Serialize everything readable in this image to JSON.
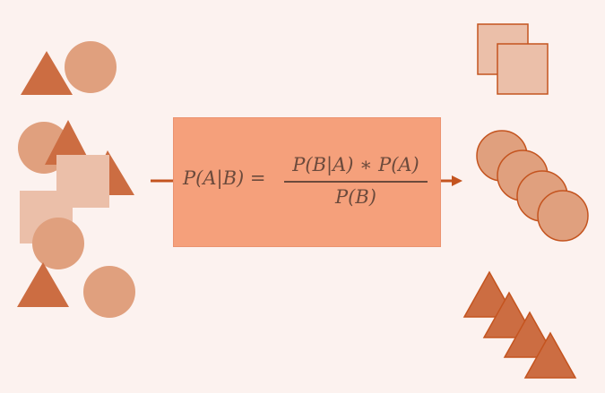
{
  "diagram": {
    "formula": {
      "lhs": "P(A|B) =",
      "numerator": "P(B|A) ∗ P(A)",
      "denominator": "P(B)"
    },
    "colors": {
      "background": "#fcf2ef",
      "box_fill": "#f5a07b",
      "triangle": "#cc6d42",
      "circle": "#e0a07e",
      "square": "#ebbfa9",
      "arrow": "#c4541f",
      "outline": "#c4541f",
      "text": "#6b4a3c"
    },
    "input_group": {
      "shapes": [
        "triangle",
        "circle",
        "circle",
        "triangle",
        "triangle",
        "square",
        "square",
        "circle",
        "triangle",
        "circle"
      ]
    },
    "output_groups": [
      {
        "shape": "square",
        "count": 2
      },
      {
        "shape": "circle",
        "count": 4
      },
      {
        "shape": "triangle",
        "count": 4
      }
    ]
  }
}
